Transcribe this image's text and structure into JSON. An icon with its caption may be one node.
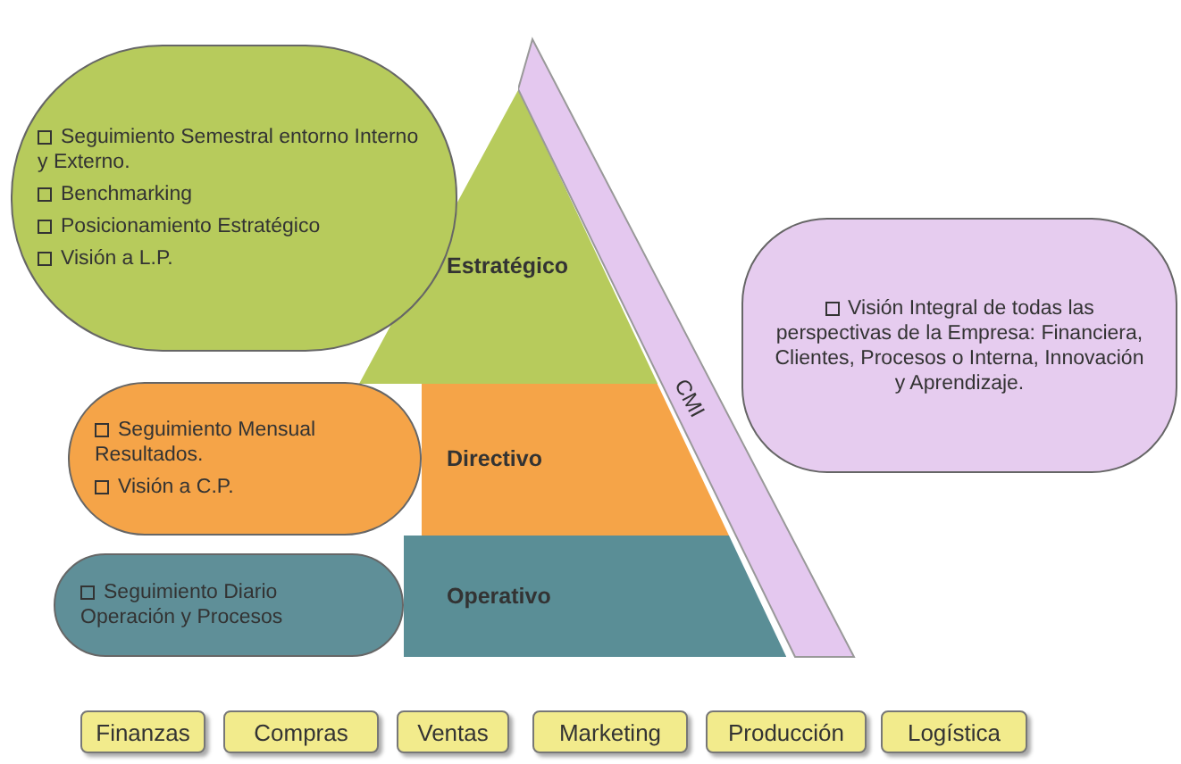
{
  "diagram": {
    "nodes": [
      {
        "text": [
          "Seguimiento Semestral entorno Interno y Externo.",
          "Benchmarking",
          "Posicionamiento Estratégico",
          "Visión a L.P."
        ]
      },
      {
        "text": [
          "Estratégico"
        ]
      },
      {
        "text": [
          "CMI"
        ]
      },
      {
        "text": [
          "Visión Integral de todas las perspectivas de la Empresa: Financiera, Clientes, Procesos o Interna, Innovación y Aprendizaje."
        ]
      },
      {
        "text": [
          "Seguimiento Mensual Resultados.",
          "Visión a C.P."
        ]
      },
      {
        "text": [
          "Directivo"
        ]
      },
      {
        "text": [
          "Seguimiento Diario Operación y Procesos"
        ]
      },
      {
        "text": [
          "Operativo"
        ]
      },
      {
        "text": [
          "Finanzas"
        ]
      },
      {
        "text": [
          "Compras"
        ]
      },
      {
        "text": [
          "Ventas"
        ]
      },
      {
        "text": [
          "Marketing"
        ]
      },
      {
        "text": [
          "Producción"
        ]
      },
      {
        "text": [
          "Logística"
        ]
      }
    ]
  }
}
